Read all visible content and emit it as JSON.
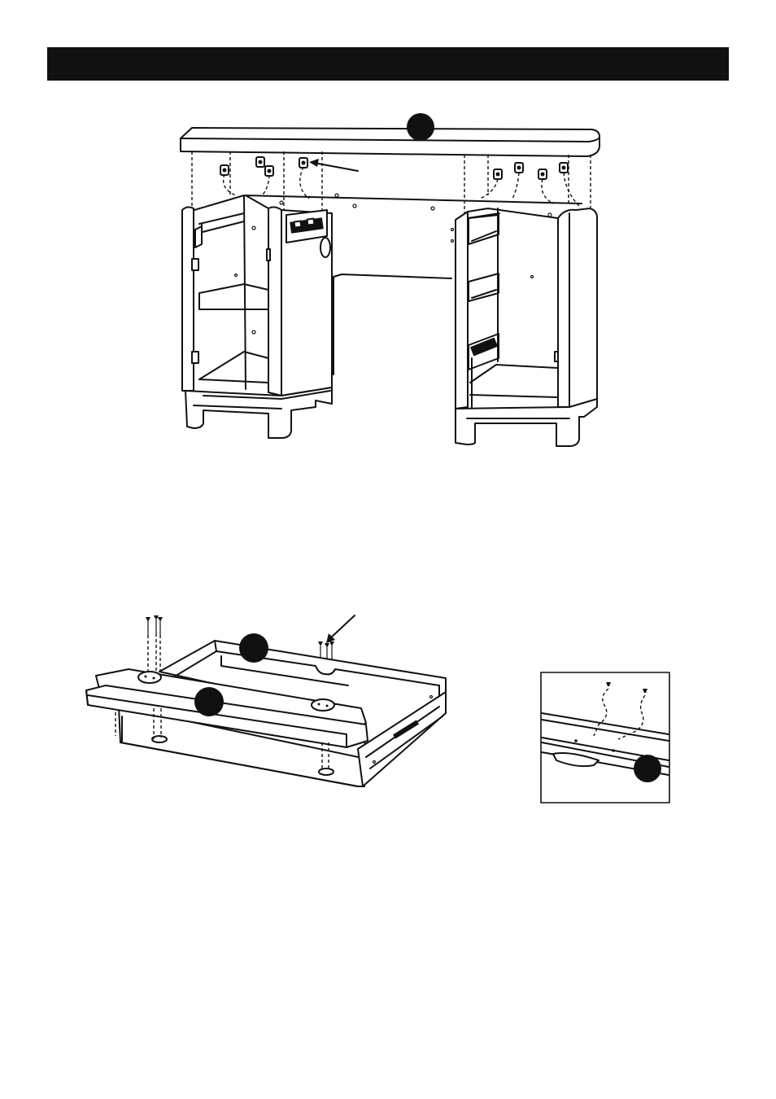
{
  "page": {
    "header_text": "",
    "colors": {
      "ink": "#111111",
      "paper": "#ffffff"
    }
  },
  "figures": [
    {
      "name": "desktop-attachment",
      "callouts": 1
    },
    {
      "name": "drawer-assembly",
      "callouts": 2
    },
    {
      "name": "drawer-detail-inset",
      "callouts": 1
    }
  ]
}
